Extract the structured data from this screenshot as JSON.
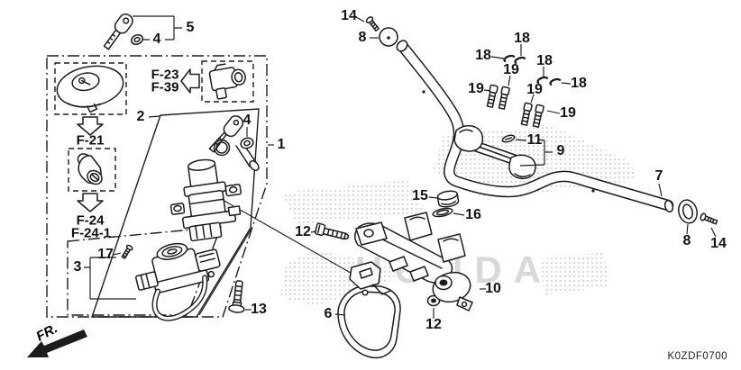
{
  "diagram": {
    "code": "K0ZDF0700",
    "front_label": "FR.",
    "watermark": "HONDA"
  },
  "refs": {
    "f21": "F-21",
    "f23": "F-23",
    "f39": "F-39",
    "f24": "F-24",
    "f24_1": "F-24-1"
  },
  "callouts": {
    "1": "1",
    "2": "2",
    "3": "3",
    "4": "4",
    "5": "5",
    "6": "6",
    "7": "7",
    "8": "8",
    "9": "9",
    "10": "10",
    "11": "11",
    "12": "12",
    "13": "13",
    "14": "14",
    "15": "15",
    "16": "16",
    "17": "17",
    "18": "18",
    "19": "19"
  },
  "icons": {
    "section_arrow_down": "white outline arrow pointing down",
    "section_arrow_left": "white outline arrow pointing left",
    "front_direction_arrow": "solid black arrow pointing lower-left"
  }
}
